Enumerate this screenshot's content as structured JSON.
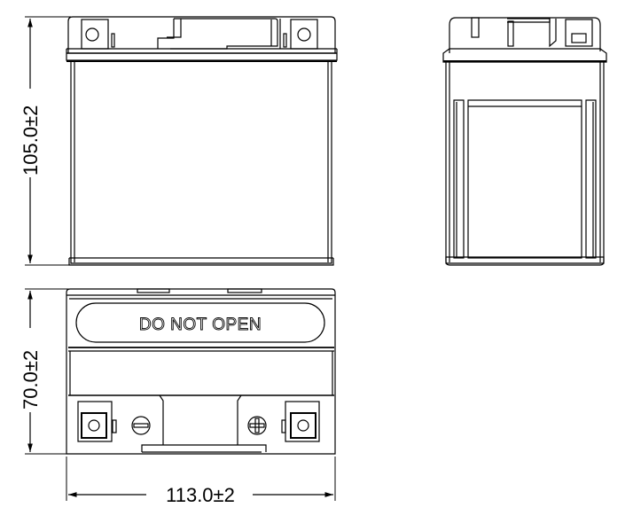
{
  "drawing": {
    "subject": "battery outline drawing",
    "views": [
      "front-view",
      "side-view",
      "top-view"
    ],
    "dimensions": {
      "height": "105.0±2",
      "width": "113.0±2",
      "depth": "70.0±2"
    },
    "label_text": "DO NOT OPEN",
    "terminals": {
      "negative_symbol": "−",
      "positive_symbol": "+"
    },
    "line_color": "#000000",
    "background": "#ffffff"
  }
}
